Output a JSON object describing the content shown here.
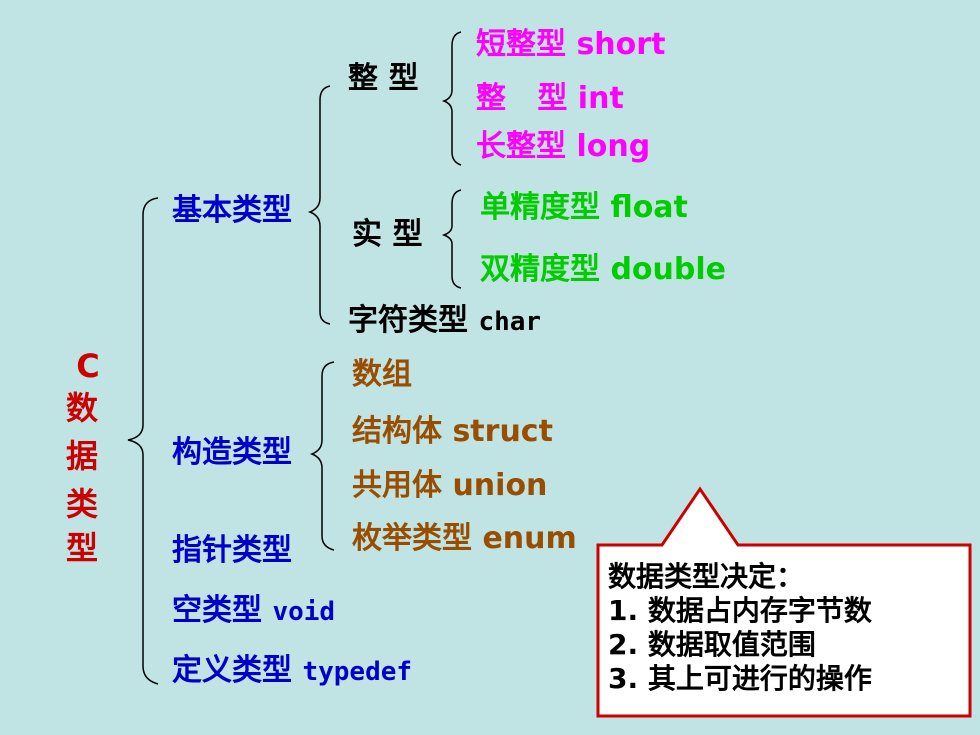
{
  "root": {
    "chars": [
      "C",
      "数",
      "据",
      "类",
      "型"
    ]
  },
  "level1": {
    "basic": "基本类型",
    "constructed": "构造类型",
    "pointer": "指针类型",
    "void_zh": "空类型",
    "void_kw": "void",
    "typedef_zh": "定义类型",
    "typedef_kw": "typedef"
  },
  "basic": {
    "integer": "整 型",
    "real": "实 型",
    "char_zh": "字符类型",
    "char_kw": "char"
  },
  "integer": {
    "short_zh": "短整型",
    "short_kw": "short",
    "int_zh": "整   型",
    "int_kw": "int",
    "long_zh": "长整型",
    "long_kw": "long"
  },
  "real": {
    "float_zh": "单精度型",
    "float_kw": "float",
    "double_zh": "双精度型",
    "double_kw": "double"
  },
  "constructed": {
    "array": "数组",
    "struct_zh": "结构体",
    "struct_kw": "struct",
    "union_zh": "共用体",
    "union_kw": "union",
    "enum_zh": "枚举类型",
    "enum_kw": "enum"
  },
  "callout": {
    "title": "数据类型决定：",
    "items": [
      "1.  数据占内存字节数",
      "2.  数据取值范围",
      "3.  其上可进行的操作"
    ]
  },
  "colors": {
    "background": "#c0e4e3",
    "root": "#cc0000",
    "level1": "#0000cc",
    "integer": "#ff00ff",
    "real": "#00cc00",
    "constructed": "#994d00",
    "callout_border": "#cc0000"
  }
}
